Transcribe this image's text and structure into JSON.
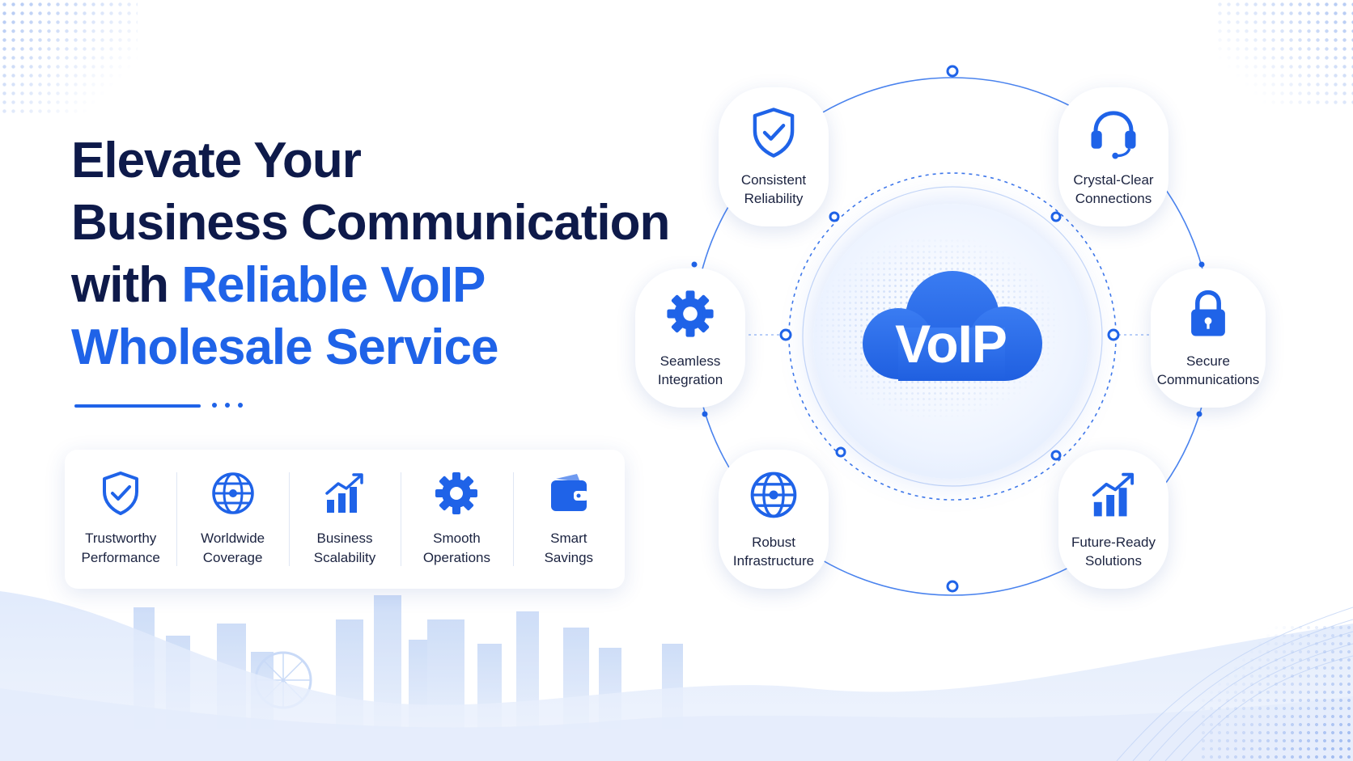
{
  "headline": {
    "line1": "Elevate Your",
    "line2": "Business Communication",
    "line3_prefix": "with ",
    "line3_accent": "Reliable VoIP",
    "line4_accent": "Wholesale Service"
  },
  "features": [
    {
      "label": "Trustworthy\nPerformance",
      "icon": "shield-check-icon"
    },
    {
      "label": "Worldwide\nCoverage",
      "icon": "globe-icon"
    },
    {
      "label": "Business\nScalability",
      "icon": "growth-chart-icon"
    },
    {
      "label": "Smooth\nOperations",
      "icon": "gear-icon"
    },
    {
      "label": "Smart\nSavings",
      "icon": "wallet-icon"
    }
  ],
  "hub": {
    "label": "VoIP",
    "icon": "cloud-icon"
  },
  "nodes": [
    {
      "label": "Consistent\nReliability",
      "icon": "shield-check-icon"
    },
    {
      "label": "Crystal-Clear\nConnections",
      "icon": "headset-icon"
    },
    {
      "label": "Seamless\nIntegration",
      "icon": "gear-icon"
    },
    {
      "label": "Secure\nCommunications",
      "icon": "lock-icon"
    },
    {
      "label": "Robust\nInfrastructure",
      "icon": "globe-icon"
    },
    {
      "label": "Future-Ready\nSolutions",
      "icon": "growth-chart-icon"
    }
  ],
  "colors": {
    "accent": "#1f63e8",
    "navy": "#0e1a4a",
    "light_blue": "#dbe7fd"
  }
}
